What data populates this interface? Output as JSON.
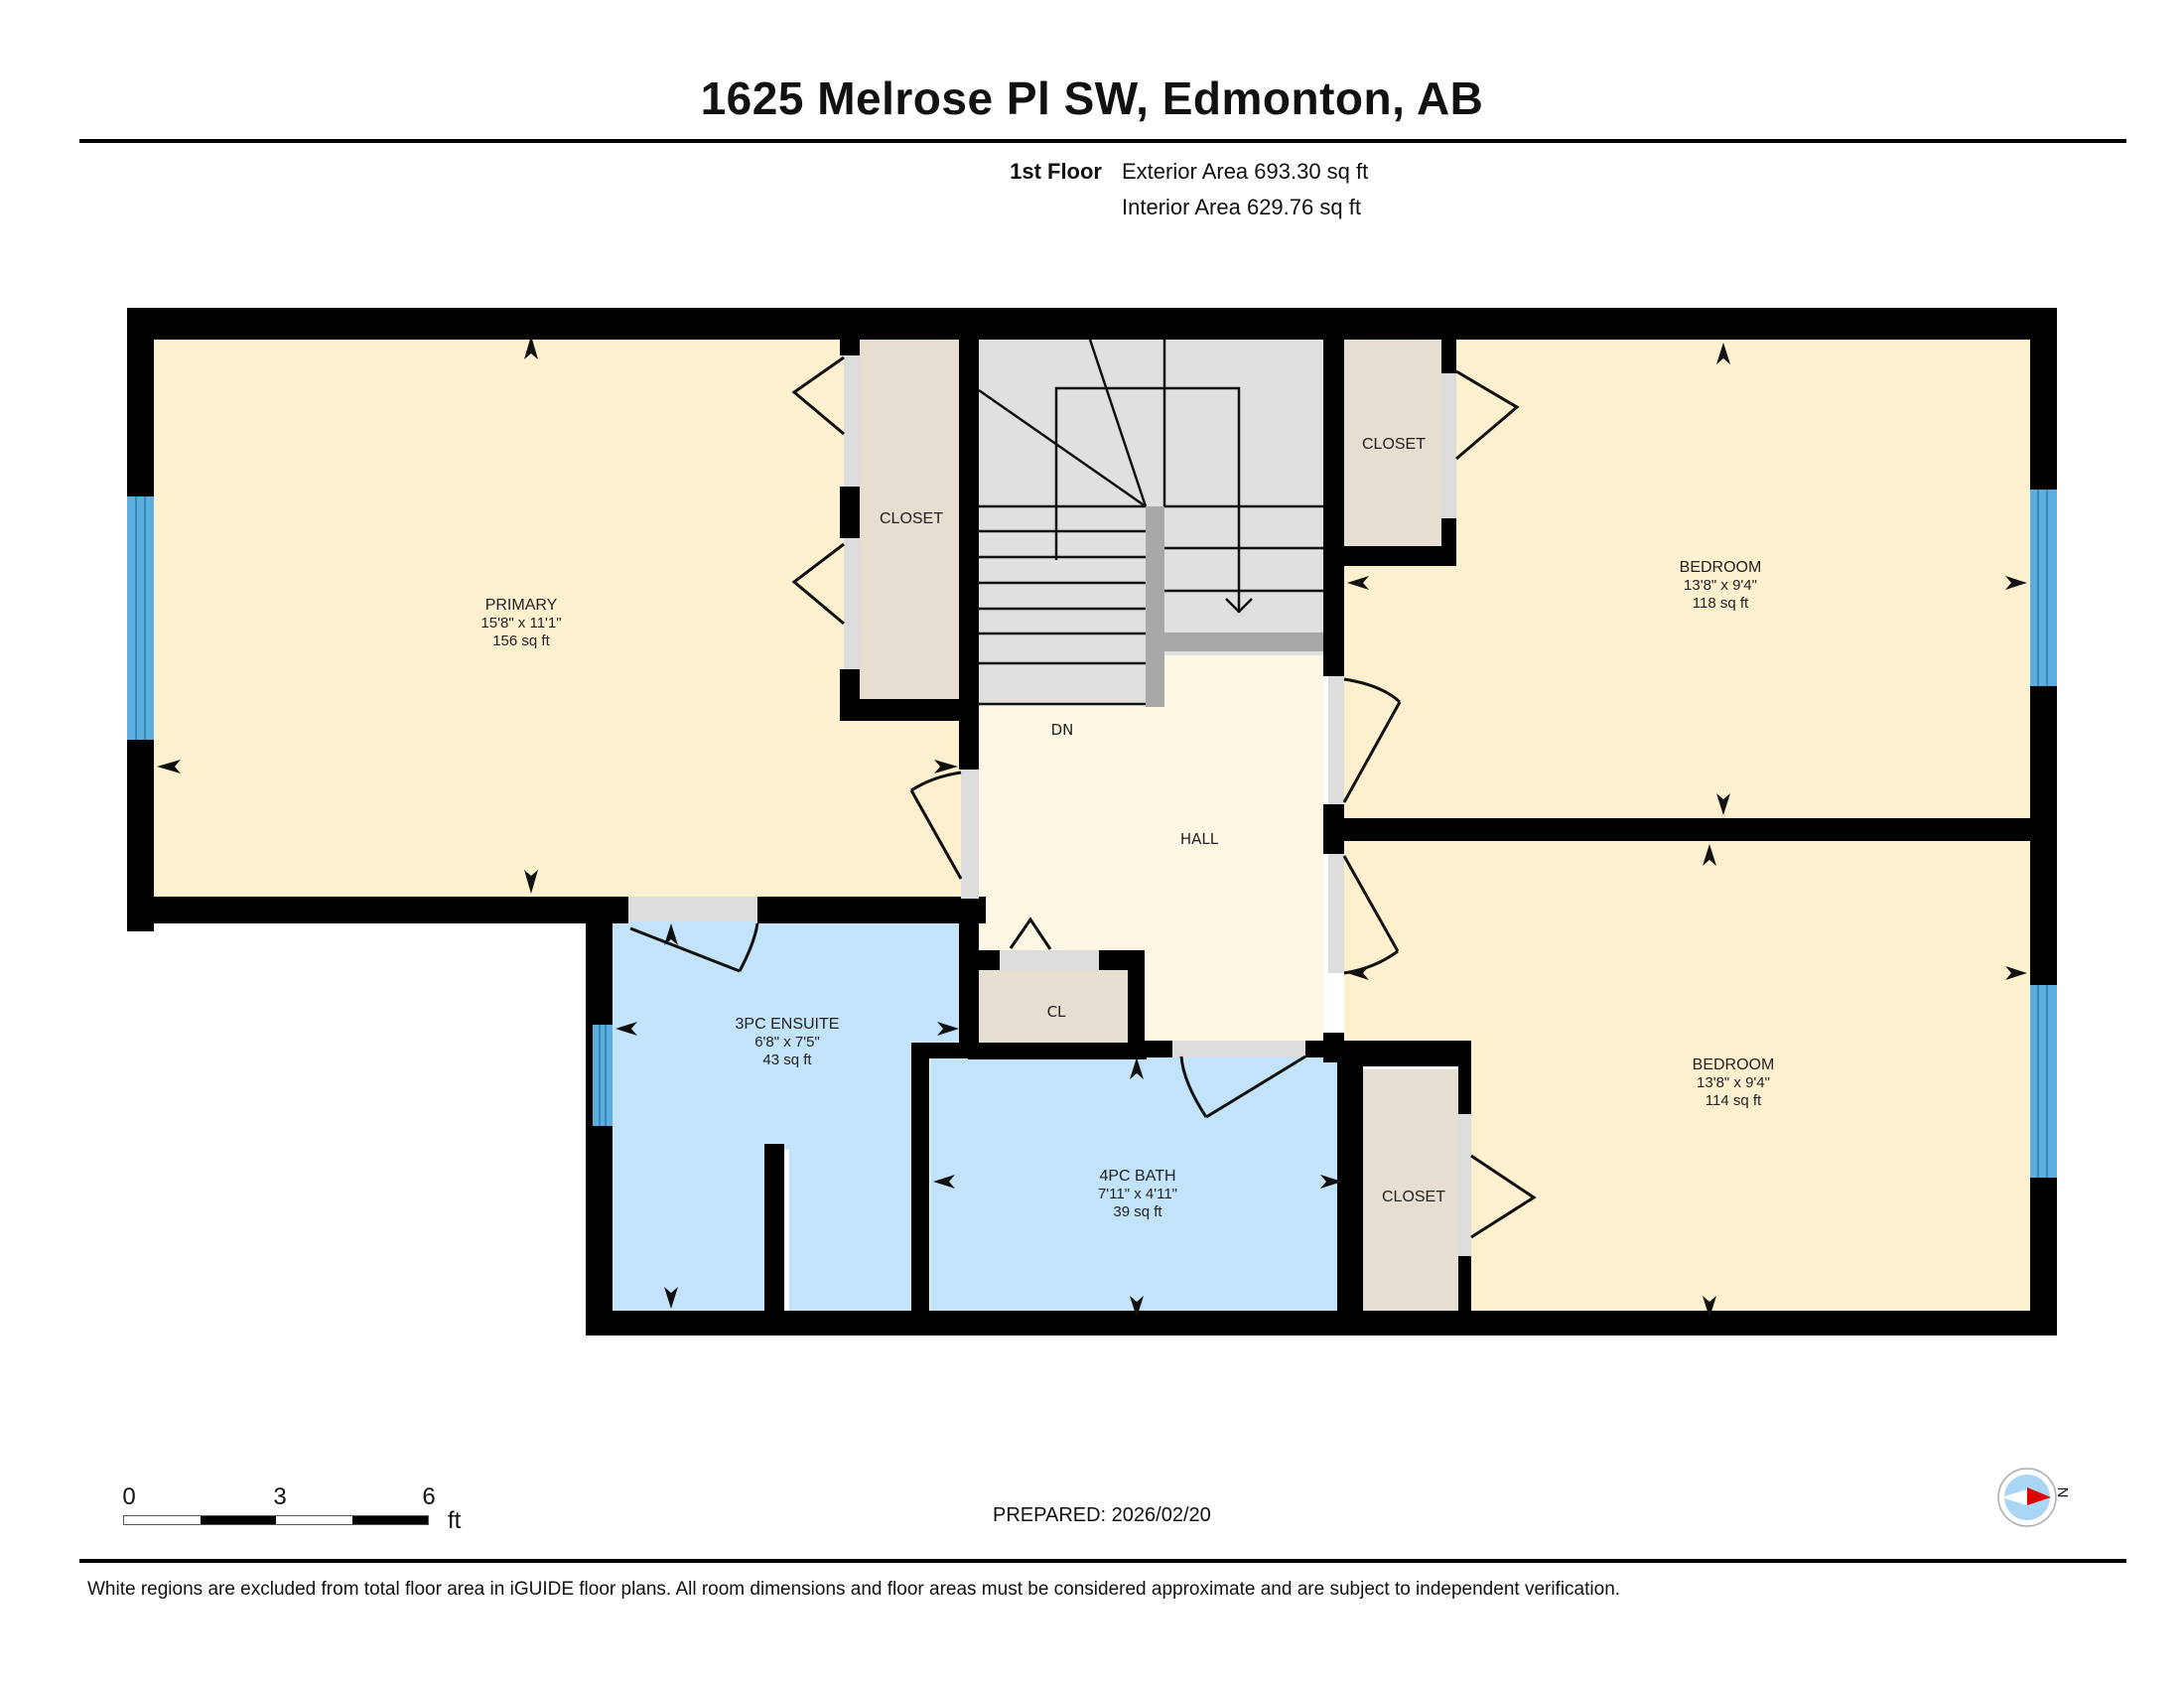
{
  "header": {
    "title": "1625 Melrose Pl SW, Edmonton, AB",
    "floor_name": "1st Floor",
    "exterior_area": "Exterior Area 693.30 sq ft",
    "interior_area": "Interior Area 629.76 sq ft"
  },
  "colors": {
    "wall": "#000000",
    "bedroom_fill": "#FDF0CE",
    "hall_fill": "#FEF7E4",
    "bath_fill": "#C2E3FA",
    "closet_fill": "#E6DED0",
    "stairs_fill": "#E0E0E0",
    "stair_wall": "#A8A8A8",
    "window": "#5AAEE0",
    "door_opening": "#DCDCDC",
    "compass_red": "#E30000",
    "compass_blue": "#A9D6F5"
  },
  "rooms": {
    "primary": {
      "name": "PRIMARY",
      "dims": "15'8\" x 11'1\"",
      "area": "156 sq ft"
    },
    "primary_closet": {
      "name": "CLOSET"
    },
    "bedroom_1": {
      "name": "BEDROOM",
      "dims": "13'8\" x 9'4\"",
      "area": "118 sq ft"
    },
    "bedroom_1_closet": {
      "name": "CLOSET"
    },
    "bedroom_2": {
      "name": "BEDROOM",
      "dims": "13'8\" x 9'4\"",
      "area": "114 sq ft"
    },
    "bedroom_2_closet": {
      "name": "CLOSET"
    },
    "ensuite": {
      "name": "3PC ENSUITE",
      "dims": "6'8\" x 7'5\"",
      "area": "43 sq ft"
    },
    "bath": {
      "name": "4PC BATH",
      "dims": "7'11\" x 4'11\"",
      "area": "39 sq ft"
    },
    "hall": {
      "name": "HALL"
    },
    "hall_closet": {
      "name": "CL"
    },
    "stairs": {
      "label": "DN"
    }
  },
  "scale_bar": {
    "ticks": [
      "0",
      "3",
      "6"
    ],
    "unit": "ft"
  },
  "prepared": "PREPARED: 2026/02/20",
  "compass": {
    "label": "N"
  },
  "footer": "White regions are excluded from total floor area in iGUIDE floor plans. All room dimensions and floor areas must be considered approximate and are subject to independent verification."
}
